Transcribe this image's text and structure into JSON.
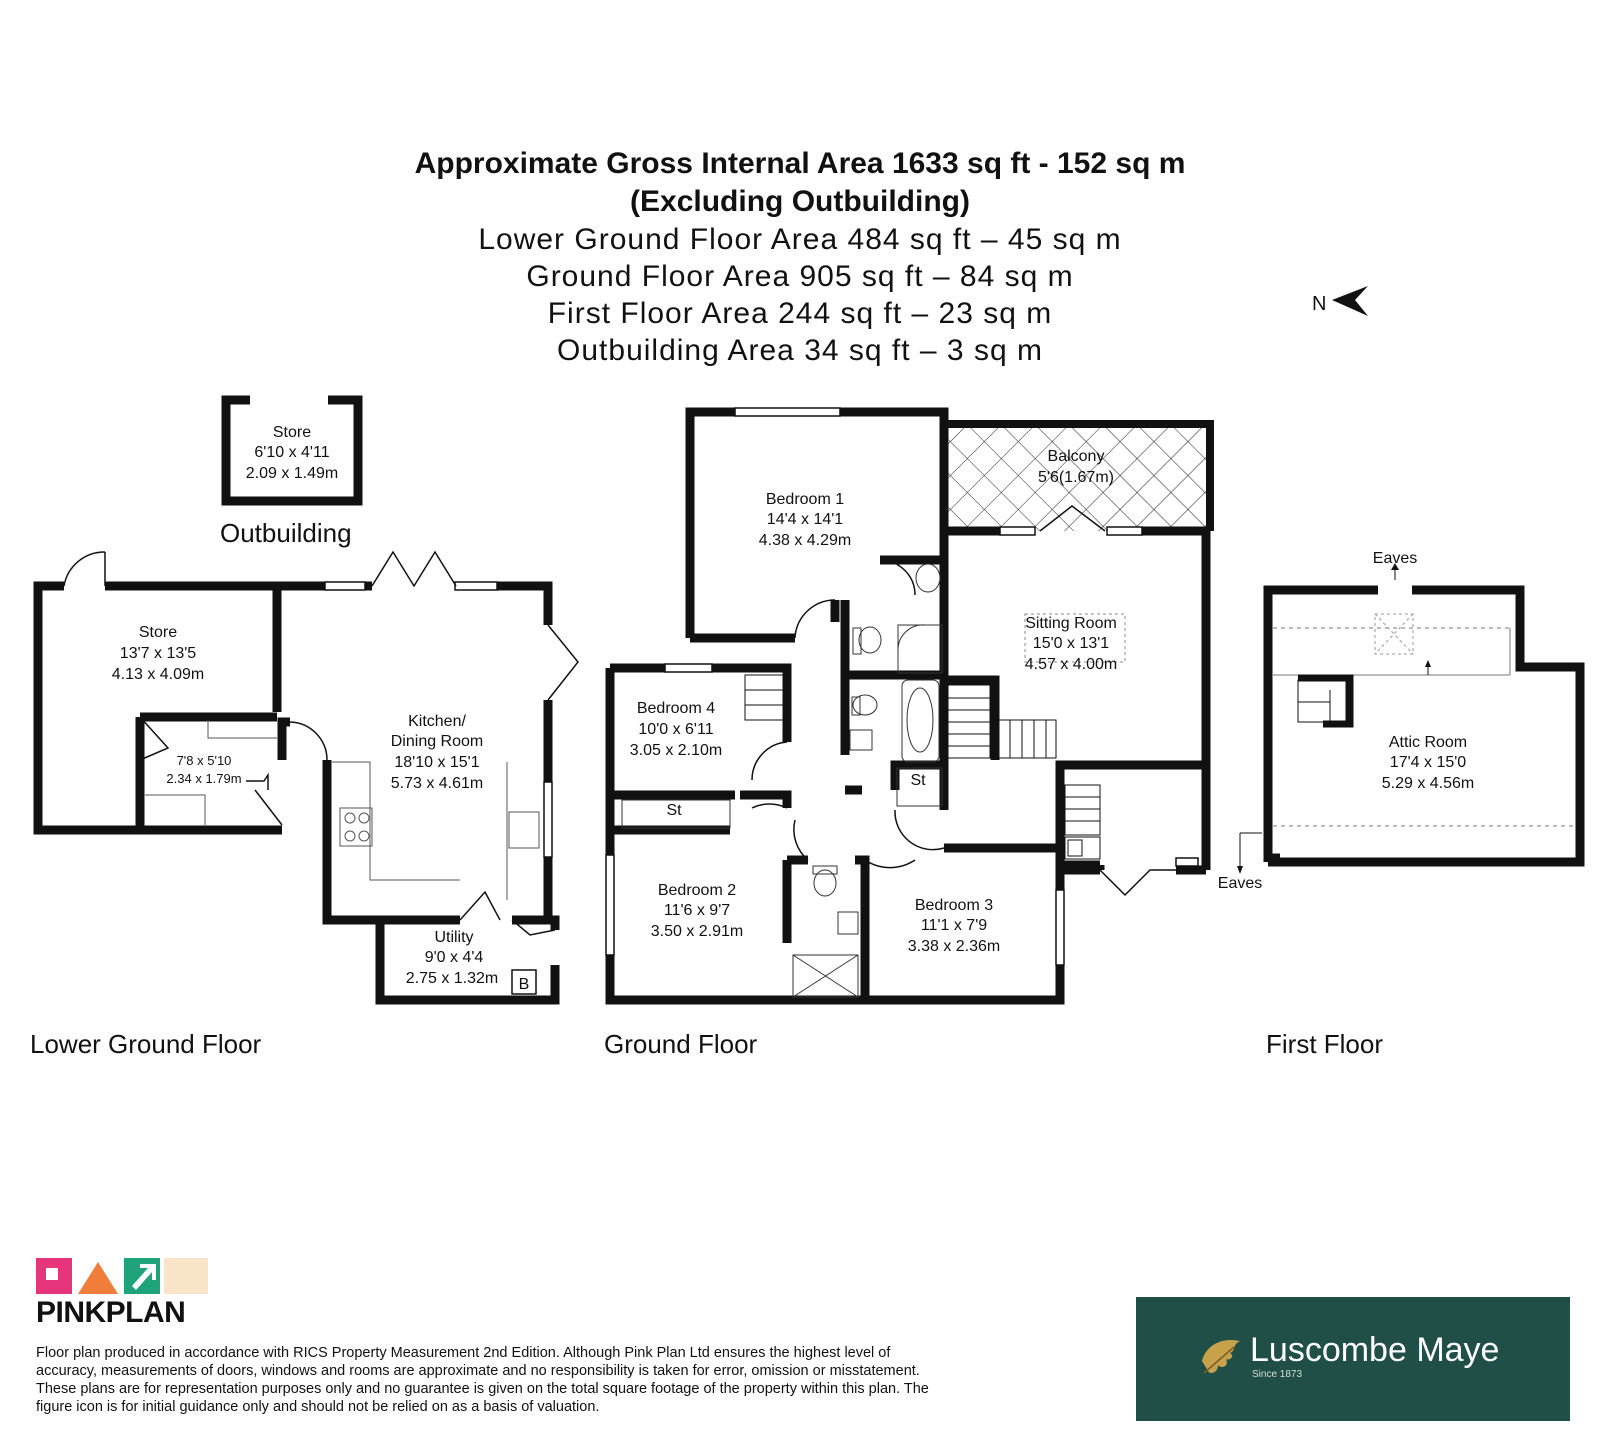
{
  "header": {
    "title_line1": "Approximate Gross Internal Area 1633 sq ft - 152 sq m",
    "title_line2": "(Excluding Outbuilding)",
    "area_lines": [
      "Lower Ground Floor Area 484 sq ft – 45 sq m",
      "Ground Floor Area 905 sq ft – 84 sq m",
      "First Floor Area 244 sq ft – 23 sq m",
      "Outbuilding Area 34 sq ft – 3 sq m"
    ]
  },
  "compass": {
    "label": "N"
  },
  "floors": {
    "outbuilding": "Outbuilding",
    "lower_ground": "Lower Ground Floor",
    "ground": "Ground Floor",
    "first": "First Floor"
  },
  "rooms": {
    "outbuilding_store": [
      "Store",
      "6'10 x 4'11",
      "2.09 x 1.49m"
    ],
    "lg_store": [
      "Store",
      "13'7 x 13'5",
      "4.13 x 4.09m"
    ],
    "lg_small": [
      "7'8 x 5'10",
      "2.34 x 1.79m"
    ],
    "kitchen": [
      "Kitchen/",
      "Dining Room",
      "18'10 x 15'1",
      "5.73 x 4.61m"
    ],
    "utility": [
      "Utility",
      "9'0 x 4'4",
      "2.75 x 1.32m"
    ],
    "boiler": "B",
    "bedroom1": [
      "Bedroom 1",
      "14'4 x 14'1",
      "4.38 x 4.29m"
    ],
    "balcony": [
      "Balcony",
      "5'6(1.67m)"
    ],
    "sitting": [
      "Sitting Room",
      "15'0 x 13'1",
      "4.57 x 4.00m"
    ],
    "bedroom4": [
      "Bedroom 4",
      "10'0 x 6'11",
      "3.05 x 2.10m"
    ],
    "bedroom2": [
      "Bedroom 2",
      "11'6 x 9'7",
      "3.50 x 2.91m"
    ],
    "bedroom3": [
      "Bedroom 3",
      "11'1 x 7'9",
      "3.38 x 2.36m"
    ],
    "storage_a": "St",
    "storage_b": "St",
    "attic": [
      "Attic Room",
      "17'4 x 15'0",
      "5.29 x 4.56m"
    ],
    "eaves_top": "Eaves",
    "eaves_bottom": "Eaves"
  },
  "disclaimer": "Floor plan produced in accordance with RICS Property Measurement 2nd Edition. Although Pink Plan Ltd ensures the highest level of accuracy, measurements of doors, windows and rooms are approximate and no responsibility is taken for error, omission or misstatement. These plans are for representation purposes only and no guarantee is given on the total square footage of the property within this plan. The figure icon is for initial guidance only and should not be relied on as a basis of valuation.",
  "logos": {
    "pinkplan_word": "PINKPLAN",
    "agent_name": "Luscombe Maye",
    "agent_since": "Since 1873"
  },
  "colors": {
    "wall": "#111111",
    "agent_bg": "#1f4f46",
    "pink": "#e6357a",
    "orange": "#f07e3a",
    "green": "#1fa37a"
  }
}
